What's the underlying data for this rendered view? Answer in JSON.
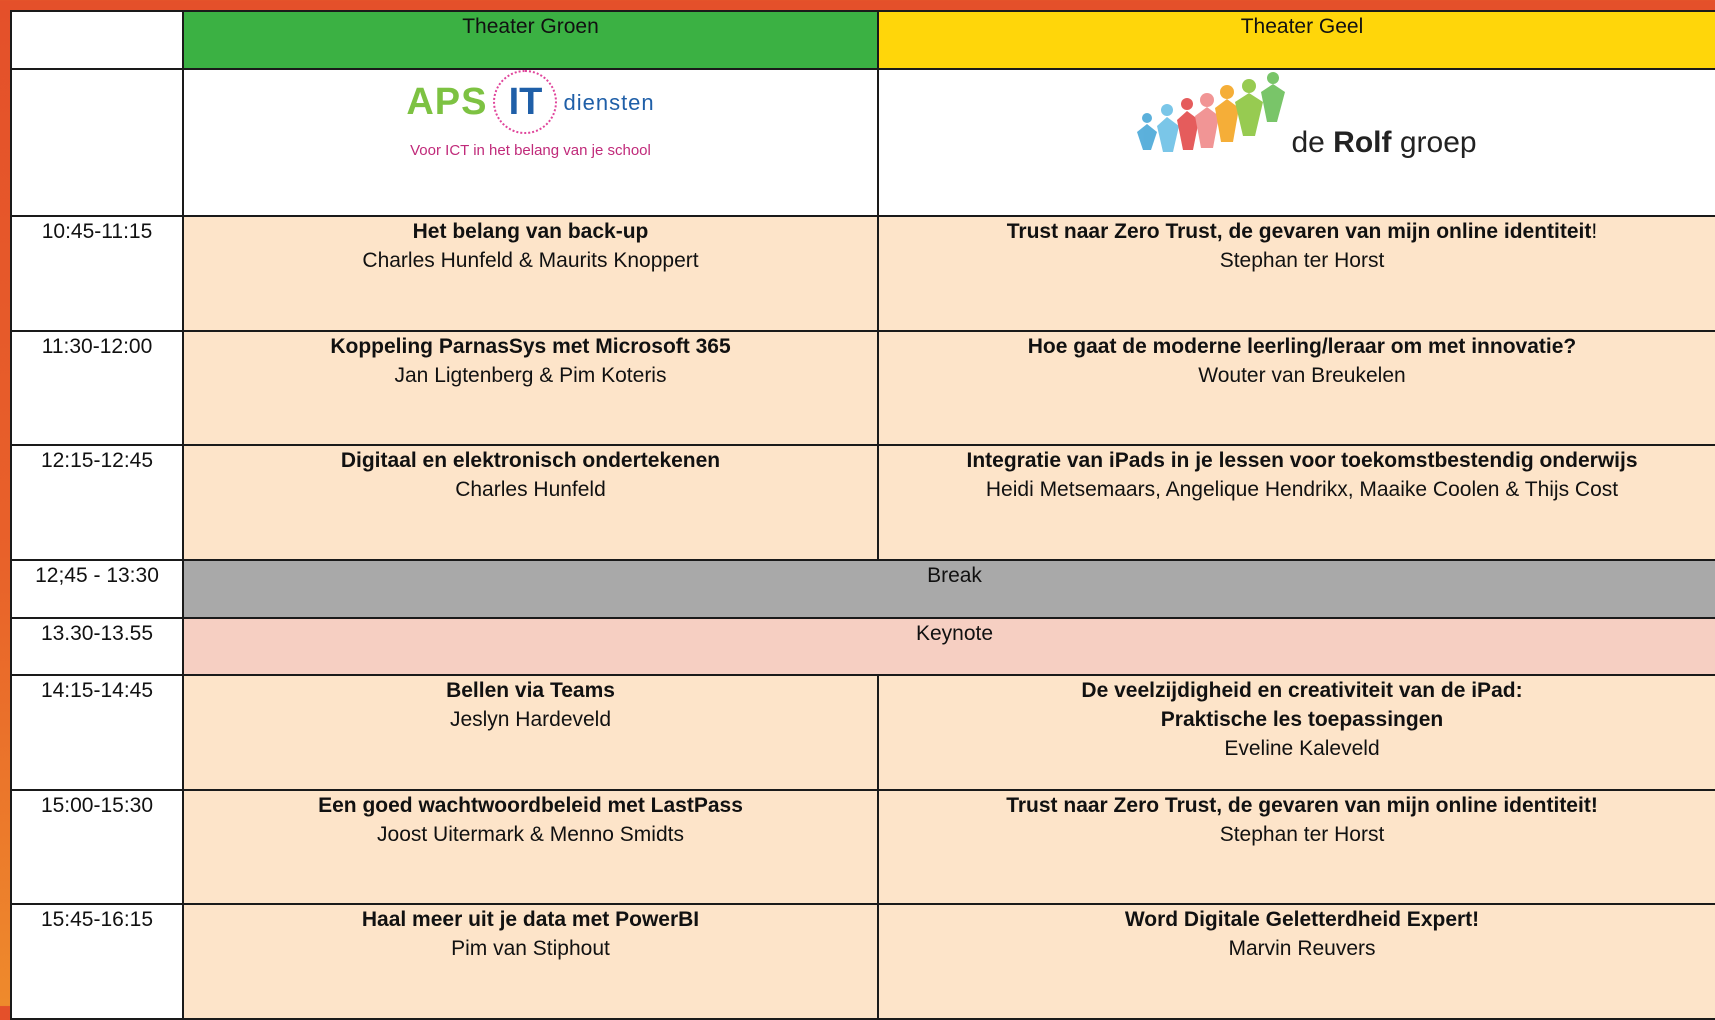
{
  "header": {
    "theater_green": "Theater Groen",
    "theater_yellow": "Theater Geel"
  },
  "logos": {
    "aps": {
      "word": "APS",
      "it": "IT",
      "diensten": "diensten",
      "tagline": "Voor ICT in het belang van je school"
    },
    "rolf": {
      "prefix": "de",
      "name": "Rolf",
      "suffix": "groep"
    }
  },
  "colors": {
    "green_header": "#3bb143",
    "yellow_header": "#ffd60a",
    "session_fill": "#fde4c9",
    "break_fill": "#a9a9a9",
    "keynote_fill": "#f6cfc2",
    "frame": "#e4502a"
  },
  "sessions_a": [
    {
      "time": "10:45-11:15",
      "green": {
        "title": "Het belang van back-up",
        "speaker": "Charles Hunfeld & Maurits Knoppert"
      },
      "yellow": {
        "title": "Trust naar Zero Trust, de gevaren van mijn online identiteit",
        "title_suffix": "!",
        "speaker": "Stephan ter Horst"
      }
    },
    {
      "time": "11:30-12:00",
      "green": {
        "title": "Koppeling ParnasSys met Microsoft 365",
        "speaker": "Jan Ligtenberg & Pim Koteris"
      },
      "yellow": {
        "title": "Hoe gaat de moderne leerling/leraar om met innovatie?",
        "speaker": "Wouter van Breukelen"
      }
    },
    {
      "time": "12:15-12:45",
      "green": {
        "title": "Digitaal en elektronisch ondertekenen",
        "speaker": "Charles Hunfeld"
      },
      "yellow": {
        "title": "Integratie van iPads in je lessen voor toekomstbestendig onderwijs",
        "speaker": "Heidi Metsemaars, Angelique Hendrikx, Maaike Coolen & Thijs Cost"
      }
    }
  ],
  "break": {
    "time": "12;45 - 13:30",
    "label": "Break"
  },
  "keynote": {
    "time": "13.30-13.55",
    "label": "Keynote"
  },
  "sessions_b": [
    {
      "time": "14:15-14:45",
      "green": {
        "title": "Bellen via Teams",
        "speaker": "Jeslyn Hardeveld"
      },
      "yellow": {
        "title": "De veelzijdigheid en creativiteit van de iPad:",
        "title_line2": "Praktische les toepassingen",
        "speaker": "Eveline Kaleveld"
      }
    },
    {
      "time": "15:00-15:30",
      "green": {
        "title": "Een goed wachtwoordbeleid met LastPass",
        "speaker": "Joost Uitermark & Menno Smidts"
      },
      "yellow": {
        "title": "Trust naar Zero Trust, de gevaren van mijn online identiteit!",
        "speaker": "Stephan ter Horst"
      }
    },
    {
      "time": "15:45-16:15",
      "green": {
        "title": "Haal meer uit je data met PowerBI",
        "speaker": "Pim van Stiphout"
      },
      "yellow": {
        "title": "Word Digitale Geletterdheid Expert!",
        "speaker": "Marvin Reuvers"
      }
    }
  ]
}
